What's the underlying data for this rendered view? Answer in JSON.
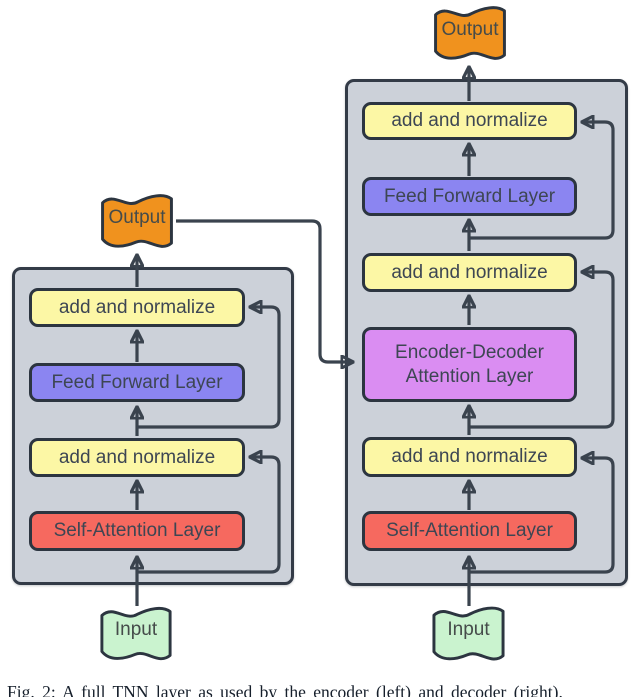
{
  "diagram": {
    "encoder": {
      "output_label": "Output",
      "input_label": "Input",
      "boxes": [
        {
          "label": "add and normalize"
        },
        {
          "label": "Feed Forward Layer"
        },
        {
          "label": "add and normalize"
        },
        {
          "label": "Self-Attention Layer"
        }
      ]
    },
    "decoder": {
      "output_label": "Output",
      "input_label": "Input",
      "boxes": [
        {
          "label": "add and normalize"
        },
        {
          "label": "Feed Forward Layer"
        },
        {
          "label": "add and normalize"
        },
        {
          "label": "Encoder-Decoder\nAttention Layer"
        },
        {
          "label": "add and normalize"
        },
        {
          "label": "Self-Attention Layer"
        }
      ]
    },
    "caption": "Fig. 2: A full TNN layer as used by the encoder (left) and decoder (right)."
  },
  "colors": {
    "outline": "#333b47",
    "container_fill": "#ccd1d9",
    "add_normalize_fill": "#fcf7a5",
    "feed_forward_fill": "#8b85f1",
    "encoder_decoder_attention_fill": "#da8df2",
    "self_attention_fill": "#f6695f",
    "output_flag_fill": "#f0921e",
    "input_flag_fill": "#caf3cf",
    "arrow_color": "#3a434e",
    "label_text": "#3d4653"
  }
}
